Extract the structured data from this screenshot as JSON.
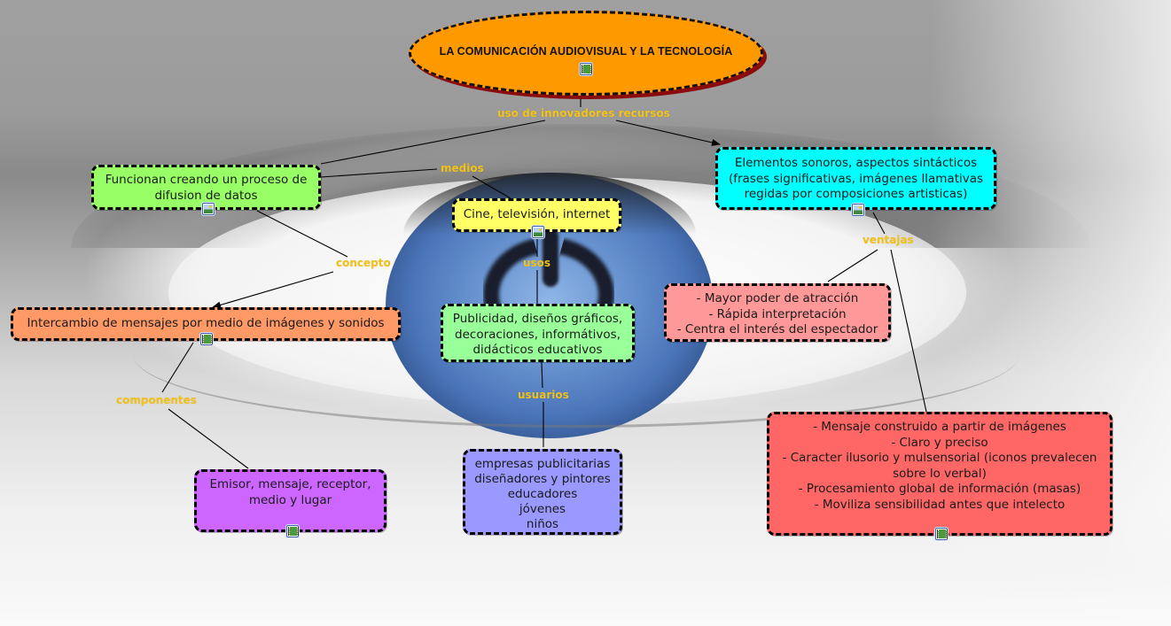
{
  "map": {
    "title": "LA COMUNICACIÓN AUDIOVISUAL Y LA TECNOLOGÍA",
    "colors": {
      "root_fill": "#ff9900",
      "root_shadow": "#8b0a0a",
      "link_label": "#f2c21a",
      "funcionan": "#99ff66",
      "elementos": "#00ffff",
      "cine": "#ffff66",
      "intercambio": "#ff9966",
      "publicidad": "#99ff99",
      "mayor": "#ff9999",
      "mensaje": "#ff6666",
      "emisor": "#cc66ff",
      "empresas": "#9999ff"
    },
    "nodes": {
      "funcionan": {
        "text": "Funcionan creando un proceso de\ndifusion de datos",
        "icon": "image-icon"
      },
      "elementos": {
        "text": "Elementos sonoros, aspectos sintácticos\n(frases significativas, imágenes llamativas\nregidas por composiciones artisticas)",
        "icon": "image-icon"
      },
      "cine": {
        "text": "Cine, televisión, internet",
        "icon": "image-icon"
      },
      "intercambio": {
        "text": "Intercambio de mensajes por medio de imágenes y sonidos",
        "icon": "film-icon"
      },
      "publicidad": {
        "text": "Publicidad, diseños gráficos,\ndecoraciones, informátivos,\ndidácticos educativos"
      },
      "mayor": {
        "text": "- Mayor poder de atracción\n- Rápida interpretación\n- Centra el interés del espectador"
      },
      "mensaje": {
        "text": "- Mensaje construido a partir de imágenes\n- Claro y preciso\n- Caracter ilusorio y mulsensorial (iconos prevalecen\nsobre lo verbal)\n- Procesamiento global de información (masas)\n- Moviliza sensibilidad antes que intelecto",
        "icon": "film-icon"
      },
      "emisor": {
        "text": "Emisor, mensaje, receptor,\nmedio y lugar",
        "icon": "film-icon"
      },
      "empresas": {
        "text": "empresas publicitarias\ndiseñadores y pintores\neducadores\njóvenes\nniños"
      }
    },
    "root_icon": "film-icon",
    "links": {
      "uso": "uso de innovadores recursos",
      "medios": "medios",
      "concepto": "concepto",
      "usos": "usos",
      "ventajas": "ventajas",
      "componentes": "componentes",
      "usuarios": "usuarios"
    }
  }
}
